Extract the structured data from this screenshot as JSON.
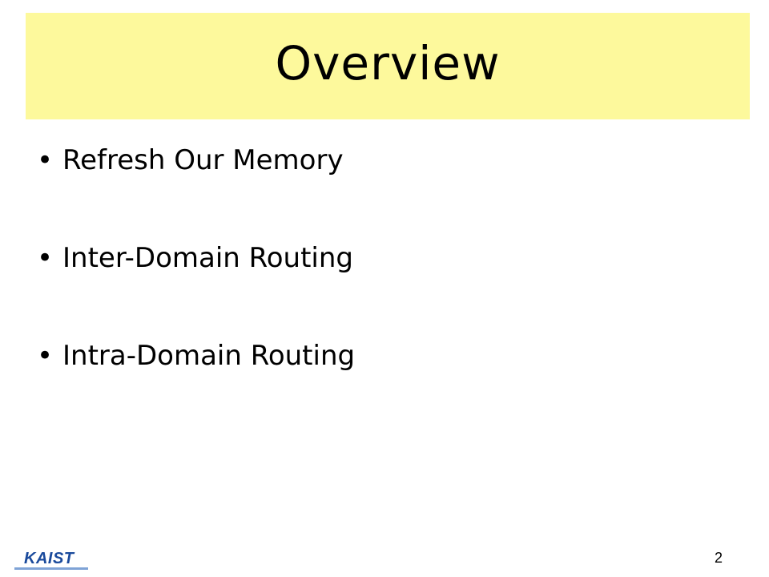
{
  "slide": {
    "title": "Overview",
    "bullets": [
      {
        "label": "Refresh Our Memory"
      },
      {
        "label": "Inter-Domain Routing"
      },
      {
        "label": "Intra-Domain Routing"
      }
    ],
    "bullet_symbol": "•",
    "page_number": "2",
    "logo_text": "KAIST"
  },
  "colors": {
    "title_background": "#fdf99c",
    "logo_blue": "#1a4a9c",
    "logo_underline": "#7fa3d6"
  }
}
